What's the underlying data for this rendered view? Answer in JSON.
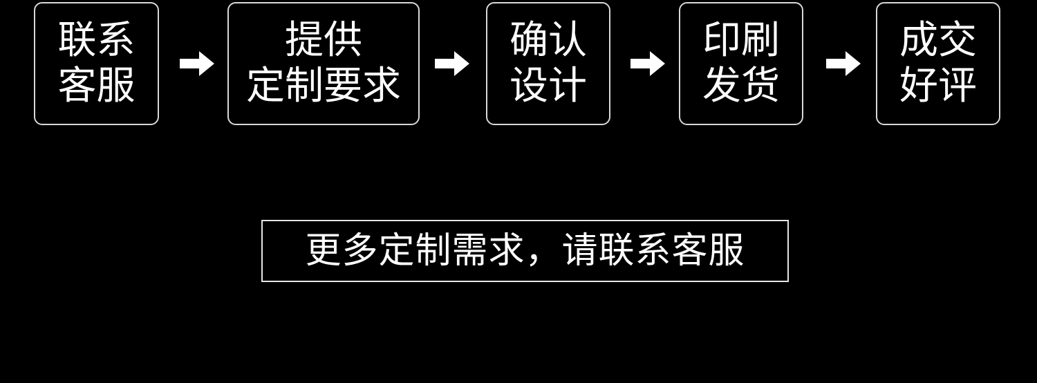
{
  "steps": [
    {
      "lines": [
        "联系",
        "客服"
      ]
    },
    {
      "lines": [
        "提供",
        "定制要求"
      ]
    },
    {
      "lines": [
        "确认",
        "设计"
      ]
    },
    {
      "lines": [
        "印刷",
        "发货"
      ]
    },
    {
      "lines": [
        "成交",
        "好评"
      ]
    }
  ],
  "cta": {
    "text": "更多定制需求，请联系客服"
  },
  "colors": {
    "background": "#000000",
    "foreground": "#ffffff",
    "border": "#d9d9d9"
  },
  "icons": {
    "connector": "right-arrow-icon"
  }
}
